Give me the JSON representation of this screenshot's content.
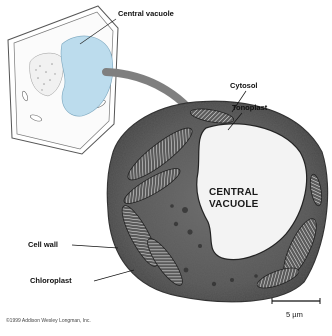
{
  "labels": {
    "central_vacuole": "Central vacuole",
    "cytosol": "Cytosol",
    "tonoplast": "Tonoplast",
    "cell_wall": "Cell wall",
    "chloroplast": "Chloroplast",
    "vacuole_inner_line1": "CENTRAL",
    "vacuole_inner_line2": "VACUOLE"
  },
  "copyright": "©1999 Addison Wesley Longman, Inc.",
  "scale_bar": "5 µm",
  "colors": {
    "vacuole_fill": "#bcdced",
    "arrow": "#7f7f7f",
    "micrograph_dark": "#3a3a3a",
    "micrograph_light": "#f3f3f3"
  }
}
